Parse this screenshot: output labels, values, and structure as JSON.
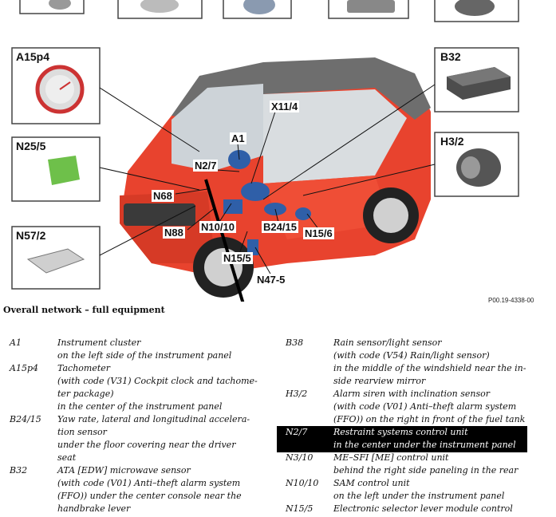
{
  "figure": {
    "image_code": "P00.19-4338-00",
    "component_boxes": [
      "A15p4",
      "B32",
      "N25/5",
      "H3/2",
      "N57/2"
    ],
    "callouts": [
      "X11/4",
      "A1",
      "N2/7",
      "N68",
      "N88",
      "N10/10",
      "B24/15",
      "N15/6",
      "N15/5",
      "N47-5"
    ],
    "car_body_color": "#e8432e"
  },
  "heading": "Overall network – full equipment",
  "left_column": [
    {
      "code": "A1",
      "lines": [
        "Instrument cluster",
        "on the left side of the instrument panel"
      ]
    },
    {
      "code": "A15p4",
      "lines": [
        "Tachometer",
        "(with code (V31) Cockpit clock and tachome-",
        "ter package)",
        "in the center of the instrument panel"
      ]
    },
    {
      "code": "B24/15",
      "lines": [
        "Yaw rate, lateral and longitudinal accelera-",
        "tion sensor",
        "under the floor covering near the driver",
        "seat"
      ]
    },
    {
      "code": "B32",
      "lines": [
        "ATA [EDW] microwave sensor",
        "(with code (V01) Anti–theft alarm system",
        "(FFO)) under the center console near the",
        "handbrake lever"
      ]
    }
  ],
  "right_column": [
    {
      "code": "B38",
      "lines": [
        "Rain sensor/light sensor",
        "(with code (V54) Rain/light sensor)",
        "in the middle of the windshield near the in-",
        "side rearview mirror"
      ]
    },
    {
      "code": "H3/2",
      "lines": [
        "Alarm siren with inclination sensor",
        "(with code (V01) Anti–theft alarm system",
        "(FFO)) on the right in front of the fuel tank"
      ]
    },
    {
      "code": "N2/7",
      "highlighted": true,
      "lines": [
        "Restraint systems control unit",
        "in the center under the instrument panel"
      ]
    },
    {
      "code": "N3/10",
      "lines": [
        "ME–SFI [ME] control unit",
        "behind the right side paneling in the rear"
      ]
    },
    {
      "code": "N10/10",
      "lines": [
        "SAM control unit",
        "on the left under the instrument panel"
      ]
    },
    {
      "code": "N15/5",
      "lines": [
        "Electronic selector lever module control"
      ]
    }
  ]
}
